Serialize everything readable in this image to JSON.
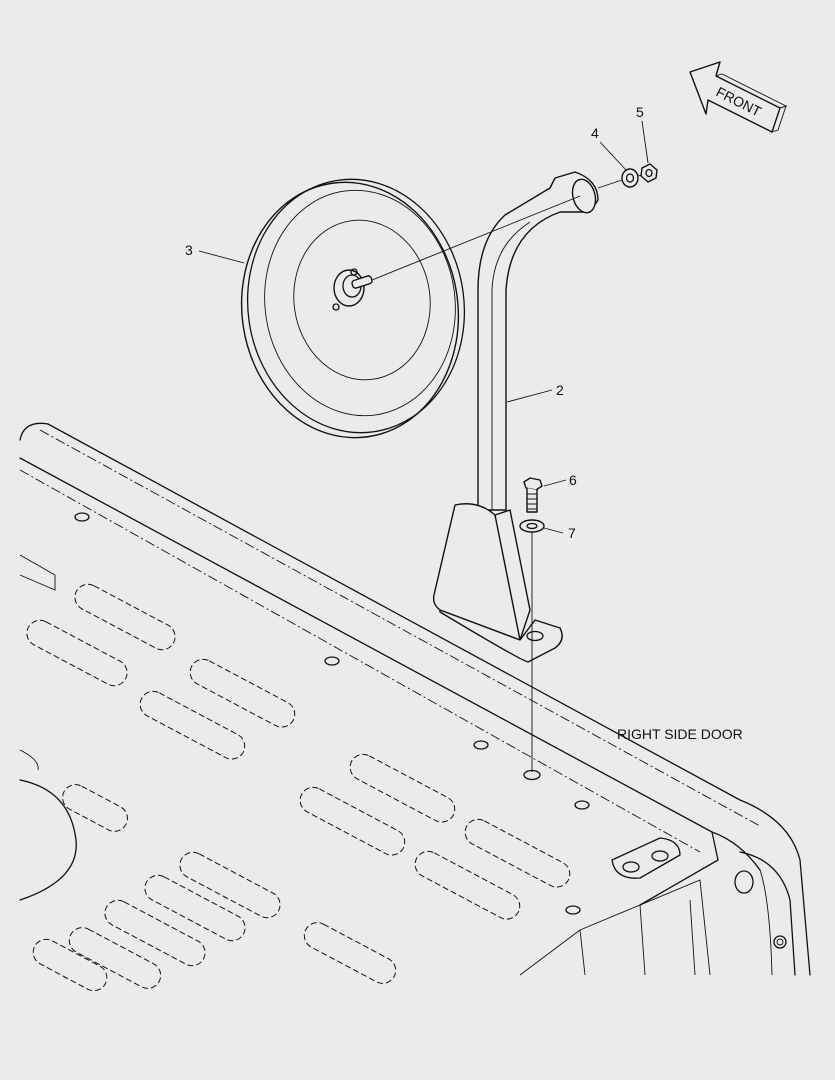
{
  "diagram": {
    "front_label": "FRONT",
    "area_label": "RIGHT SIDE DOOR",
    "callouts": {
      "c2": "2",
      "c3": "3",
      "c4": "4",
      "c5": "5",
      "c6": "6",
      "c7": "7"
    }
  },
  "colors": {
    "background": "#ebebeb",
    "line": "#111111"
  }
}
